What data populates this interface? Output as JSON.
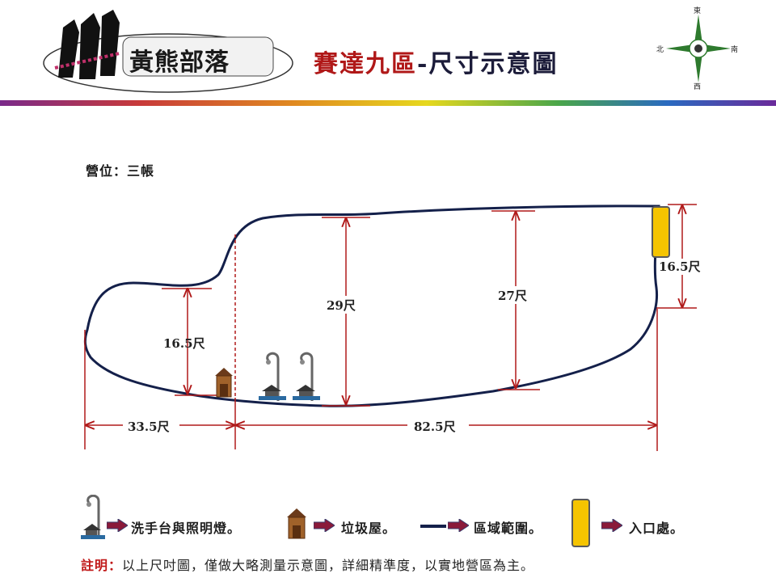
{
  "header": {
    "logo_text": "黃熊部落",
    "title_part1": "賽達九區",
    "title_part2": "-尺寸示意圖"
  },
  "compass": {
    "north_top": "東",
    "left": "北",
    "right": "南",
    "bottom": "西"
  },
  "camp_info": "營位：三帳",
  "dimensions": {
    "left_height": "16.5尺",
    "middle_height": "29尺",
    "right_height": "27尺",
    "entrance_height": "16.5尺",
    "left_width": "33.5尺",
    "right_width": "82.5尺"
  },
  "legend": {
    "sink_light": "洗手台與照明燈。",
    "trash_house": "垃圾屋。",
    "boundary": "區域範圍。",
    "entrance": "入口處。"
  },
  "note": {
    "label": "註明：",
    "text": "以上尺吋圖，僅做大略測量示意圖，詳細精準度，以實地營區為主。"
  },
  "colors": {
    "boundary": "#14204a",
    "dimension": "#b01a1a",
    "entrance": "#f5c400",
    "title_red": "#b01818"
  }
}
